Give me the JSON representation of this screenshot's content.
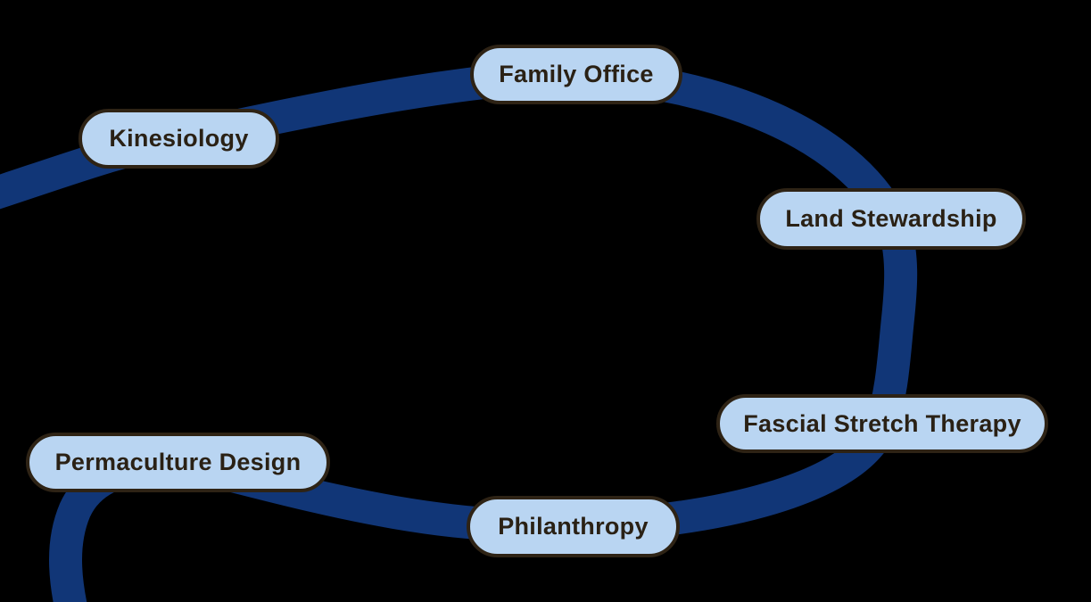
{
  "diagram": {
    "type": "journey-path",
    "colors": {
      "background": "#000000",
      "path": "#113677",
      "node_fill": "#B9D5F2",
      "node_border": "#2E2315",
      "node_text": "#2A2115"
    },
    "nodes": [
      {
        "id": "kinesiology",
        "label": "Kinesiology"
      },
      {
        "id": "family-office",
        "label": "Family Office"
      },
      {
        "id": "land-stewardship",
        "label": "Land Stewardship"
      },
      {
        "id": "fascial-stretch-therapy",
        "label": "Fascial Stretch Therapy"
      },
      {
        "id": "philanthropy",
        "label": "Philanthropy"
      },
      {
        "id": "permaculture-design",
        "label": "Permaculture Design"
      }
    ],
    "path_sequence": [
      "Kinesiology",
      "Family Office",
      "Land Stewardship",
      "Fascial Stretch Therapy",
      "Philanthropy",
      "Permaculture Design"
    ]
  }
}
